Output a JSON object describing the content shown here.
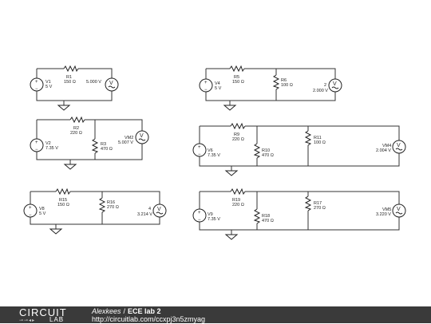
{
  "footer": {
    "logo_top": "CIRCUIT",
    "logo_bottom": "LAB",
    "author": "Alexkees",
    "separator": "/",
    "title": "ECE lab 2",
    "url": "http://circuitlab.com/ccxpj3n5zmyag"
  },
  "components": {
    "r1": {
      "name": "R1",
      "value": "150 Ω"
    },
    "r2": {
      "name": "R2",
      "value": "220 Ω"
    },
    "r3": {
      "name": "R3",
      "value": "470 Ω"
    },
    "r5": {
      "name": "R5",
      "value": "150 Ω"
    },
    "r6": {
      "name": "R6",
      "value": "100 Ω"
    },
    "r9": {
      "name": "R9",
      "value": "220 Ω"
    },
    "r10": {
      "name": "R10",
      "value": "470 Ω"
    },
    "r11": {
      "name": "R11",
      "value": "100 Ω"
    },
    "r15": {
      "name": "R15",
      "value": "150 Ω"
    },
    "r16": {
      "name": "R16",
      "value": "270 Ω"
    },
    "r17": {
      "name": "R17",
      "value": "270 Ω"
    },
    "r18": {
      "name": "R18",
      "value": "470 Ω"
    },
    "r19": {
      "name": "R19",
      "value": "220 Ω"
    },
    "v1": {
      "name": "V1",
      "value": "5 V"
    },
    "v2": {
      "name": "V2",
      "value": "7.35 V"
    },
    "v4": {
      "name": "V4",
      "value": "5 V"
    },
    "v6": {
      "name": "V6",
      "value": "7.35 V"
    },
    "v8": {
      "name": "V8",
      "value": "5 V"
    },
    "v9": {
      "name": "V9",
      "value": "7.35 V"
    },
    "vm1": {
      "name": "",
      "value": "5.000 V"
    },
    "vm2": {
      "name": "VM2",
      "value": "5.007 V"
    },
    "vm3": {
      "name": "2",
      "value": "2.000 V"
    },
    "vm4": {
      "name": "VM4",
      "value": "2.004 V"
    },
    "vm6": {
      "name": "4",
      "value": "3.214 V"
    },
    "vm5": {
      "name": "VM5",
      "value": "3.220 V"
    },
    "meter_symbol": "V",
    "plus": "+",
    "minus": "−"
  }
}
